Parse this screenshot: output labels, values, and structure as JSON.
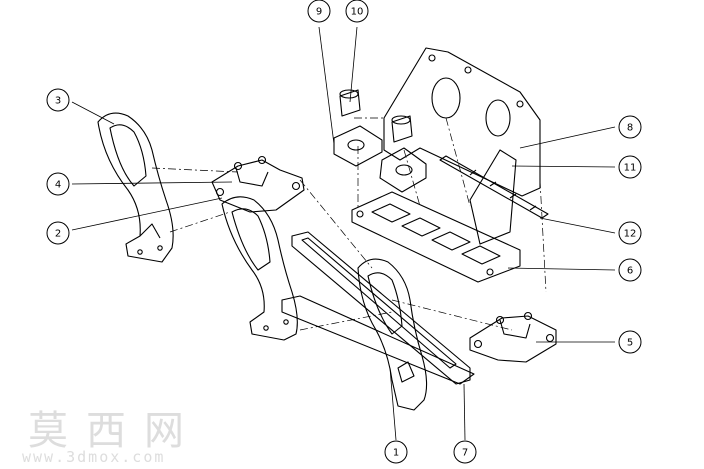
{
  "watermark": {
    "chinese": "莫西网",
    "url": "www.3dmox.com"
  },
  "balloons": [
    {
      "label": "1"
    },
    {
      "label": "2"
    },
    {
      "label": "3"
    },
    {
      "label": "4"
    },
    {
      "label": "5"
    },
    {
      "label": "6"
    },
    {
      "label": "7"
    },
    {
      "label": "8"
    },
    {
      "label": "9"
    },
    {
      "label": "10"
    },
    {
      "label": "11"
    },
    {
      "label": "12"
    }
  ]
}
